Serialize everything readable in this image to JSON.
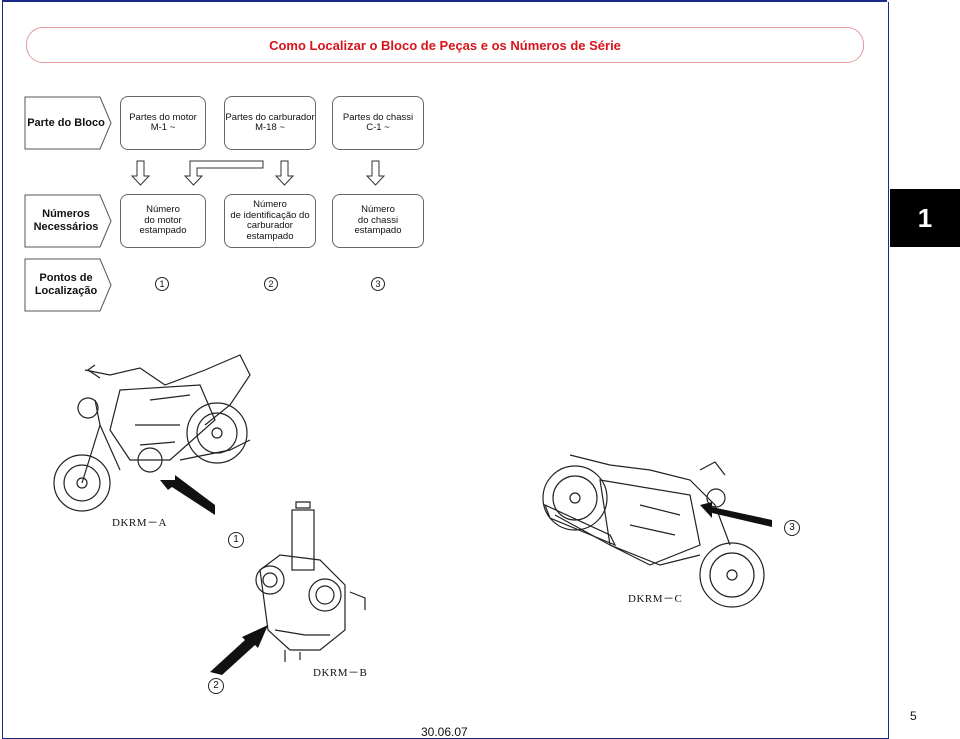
{
  "title": "Como Localizar o Bloco de Peças e os Números de Série",
  "rows": {
    "parte_do_bloco": "Parte do Bloco",
    "numeros_necessarios": [
      "Números",
      "Necessários"
    ],
    "pontos_de_localizacao": [
      "Pontos de",
      "Localização"
    ]
  },
  "columns": [
    {
      "part": [
        "Partes do motor",
        "M-1 ~"
      ],
      "number": [
        "Número",
        "do motor",
        "estampado"
      ],
      "marker": "1"
    },
    {
      "part": [
        "Partes do carburador",
        "M-18 ~"
      ],
      "number": [
        "Número",
        "de identificação do",
        "carburador",
        "estampado"
      ],
      "marker": "2"
    },
    {
      "part": [
        "Partes do chassi",
        "C-1 ~"
      ],
      "number": [
        "Número",
        "do chassi",
        "estampado"
      ],
      "marker": "3"
    }
  ],
  "side_tab": "1",
  "codes": {
    "engine": "DKRM－A",
    "carburetor": "DKRM－B",
    "frame": "DKRM－C"
  },
  "callouts": [
    "1",
    "2",
    "3"
  ],
  "page_number": "5",
  "date": "30.06.07"
}
